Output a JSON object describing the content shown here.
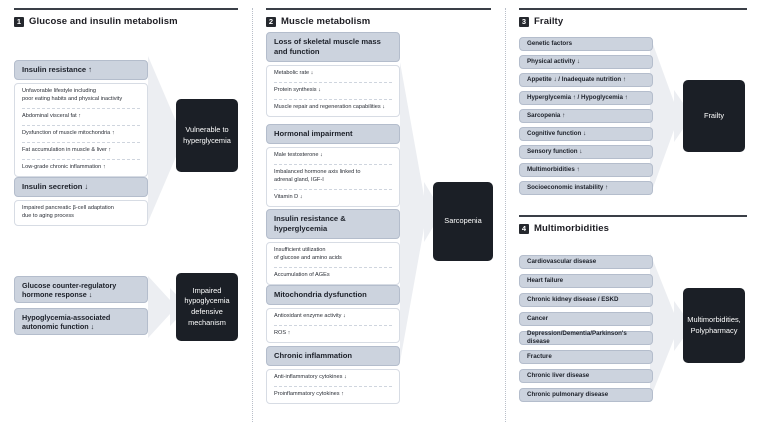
{
  "separators": [
    "column-1-2",
    "column-2-3"
  ],
  "sections": [
    {
      "number": "1",
      "title": "Glucose and insulin metabolism",
      "groups": [
        {
          "header": "Insulin resistance ↑",
          "items": [
            "Unfavorable lifestyle including\npoor eating habits and physical inactivity",
            "Abdominal visceral fat ↑",
            "Dysfunction of muscle mitochondria ↑",
            "Fat accumulation in muscle & liver ↑",
            "Low-grade chronic inflammation ↑"
          ]
        },
        {
          "header": "Insulin secretion ↓",
          "items": [
            "Impaired pancreatic β-cell adaptation\ndue to aging process"
          ]
        }
      ],
      "pills": [
        "Glucose counter-regulatory\nhormone response ↓",
        "Hypoglycemia-associated\nautonomic function ↓"
      ],
      "outcomes": [
        "Vulnerable to\nhyperglycemia",
        "Impaired\nhypoglycemia\ndefensive\nmechanism"
      ]
    },
    {
      "number": "2",
      "title": "Muscle metabolism",
      "groups": [
        {
          "header": "Loss of skeletal muscle mass\nand function",
          "items": [
            "Metabolic rate ↓",
            "Protein synthesis ↓",
            "Muscle repair and regeneration capabilities ↓"
          ]
        },
        {
          "header": "Hormonal impairment",
          "items": [
            "Male testosterone ↓",
            "Imbalanced hormone axis linked to\nadrenal gland, IGF-I",
            "Vitamin D ↓"
          ]
        },
        {
          "header": "Insulin resistance &\nhyperglycemia",
          "items": [
            "Insufficient utilization\nof glucose and amino acids",
            "Accumulation of AGEs"
          ]
        },
        {
          "header": "Mitochondria dysfunction",
          "items": [
            "Antioxidant enzyme activity ↓",
            "ROS ↑"
          ]
        },
        {
          "header": "Chronic inflammation",
          "items": [
            "Anti-inflammatory cytokines ↓",
            "Proinflammatory cytokines ↑"
          ]
        }
      ],
      "outcomes": [
        "Sarcopenia"
      ]
    },
    {
      "number": "3",
      "title": "Frailty",
      "pills": [
        "Genetic factors",
        "Physical activity ↓",
        "Appetite ↓ / Inadequate nutrition ↑",
        "Hyperglycemia ↑ / Hypoglycemia ↑",
        "Sarcopenia ↑",
        "Cognitive function ↓",
        "Sensory function ↓",
        "Multimorbidities ↑",
        "Socioeconomic instability ↑"
      ],
      "outcomes": [
        "Frailty"
      ]
    },
    {
      "number": "4",
      "title": "Multimorbidities",
      "pills": [
        "Cardiovascular disease",
        "Heart failure",
        "Chronic kidney disease / ESKD",
        "Cancer",
        "Depression/Dementia/Parkinson's disease",
        "Fracture",
        "Chronic liver disease",
        "Chronic pulmonary disease"
      ],
      "outcomes": [
        "Multimorbidities,\nPolypharmacy"
      ]
    }
  ],
  "colors": {
    "pill_fill": "#ccd3de",
    "pill_border": "#b4bdcc",
    "dark_box": "#1b1f26",
    "rule": "#3a3f47",
    "arrow": "#e9ecf1"
  }
}
